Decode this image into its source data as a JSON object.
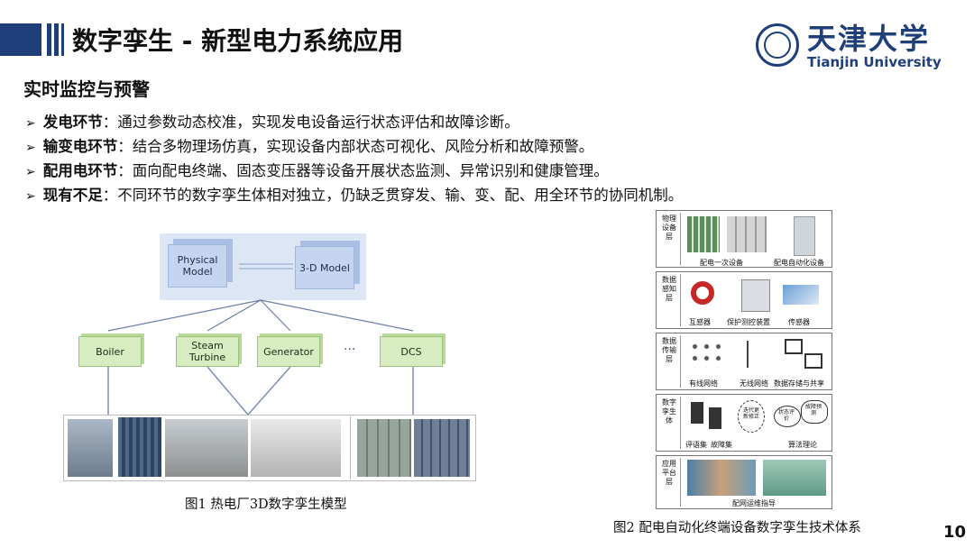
{
  "header": {
    "title": "数字孪生 - 新型电力系统应用",
    "logo_cn": "天津大学",
    "logo_en": "Tianjin University"
  },
  "subtitle": "实时监控与预警",
  "bullets": [
    {
      "term": "发电环节",
      "text": "：通过参数动态校准，实现发电设备运行状态评估和故障诊断。"
    },
    {
      "term": "输变电环节",
      "text": "：结合多物理场仿真，实现设备内部状态可视化、风险分析和故障预警。"
    },
    {
      "term": "配用电环节",
      "text": "：面向配电终端、固态变压器等设备开展状态监测、异常识别和健康管理。"
    },
    {
      "term": "现有不足",
      "text": "：不同环节的数字孪生体相对独立，仍缺乏贯穿发、输、变、配、用全环节的协同机制。"
    }
  ],
  "figure1": {
    "physical_model": "Physical Model",
    "model_3d": "3-D Model",
    "nodes": [
      "Boiler",
      "Steam Turbine",
      "Generator",
      "···",
      "DCS"
    ],
    "caption": "图1 热电厂3D数字孪生模型"
  },
  "figure2": {
    "layers": [
      {
        "label": "物理设备层",
        "items": [
          "配电一次设备",
          "配电自动化设备"
        ]
      },
      {
        "label": "数据感知层",
        "items": [
          "互感器",
          "保护测控装置",
          "传感器"
        ]
      },
      {
        "label": "数据传输层",
        "items": [
          "有线网络",
          "无线网络",
          "数据存储与共享"
        ]
      },
      {
        "label": "数字孪生体",
        "items": [
          "评语集",
          "故障集",
          "算法理论",
          "迭代更新修正",
          "状态评价",
          "故障预测"
        ]
      },
      {
        "label": "应用平台层",
        "items": [
          "配网运维指导"
        ]
      }
    ],
    "caption": "图2 配电自动化终端设备数字孪生技术体系"
  },
  "page_number": "10",
  "colors": {
    "brand": "#1f3f7a",
    "green_box": "#d7ecc0",
    "blue_box": "#c5d5ef"
  }
}
